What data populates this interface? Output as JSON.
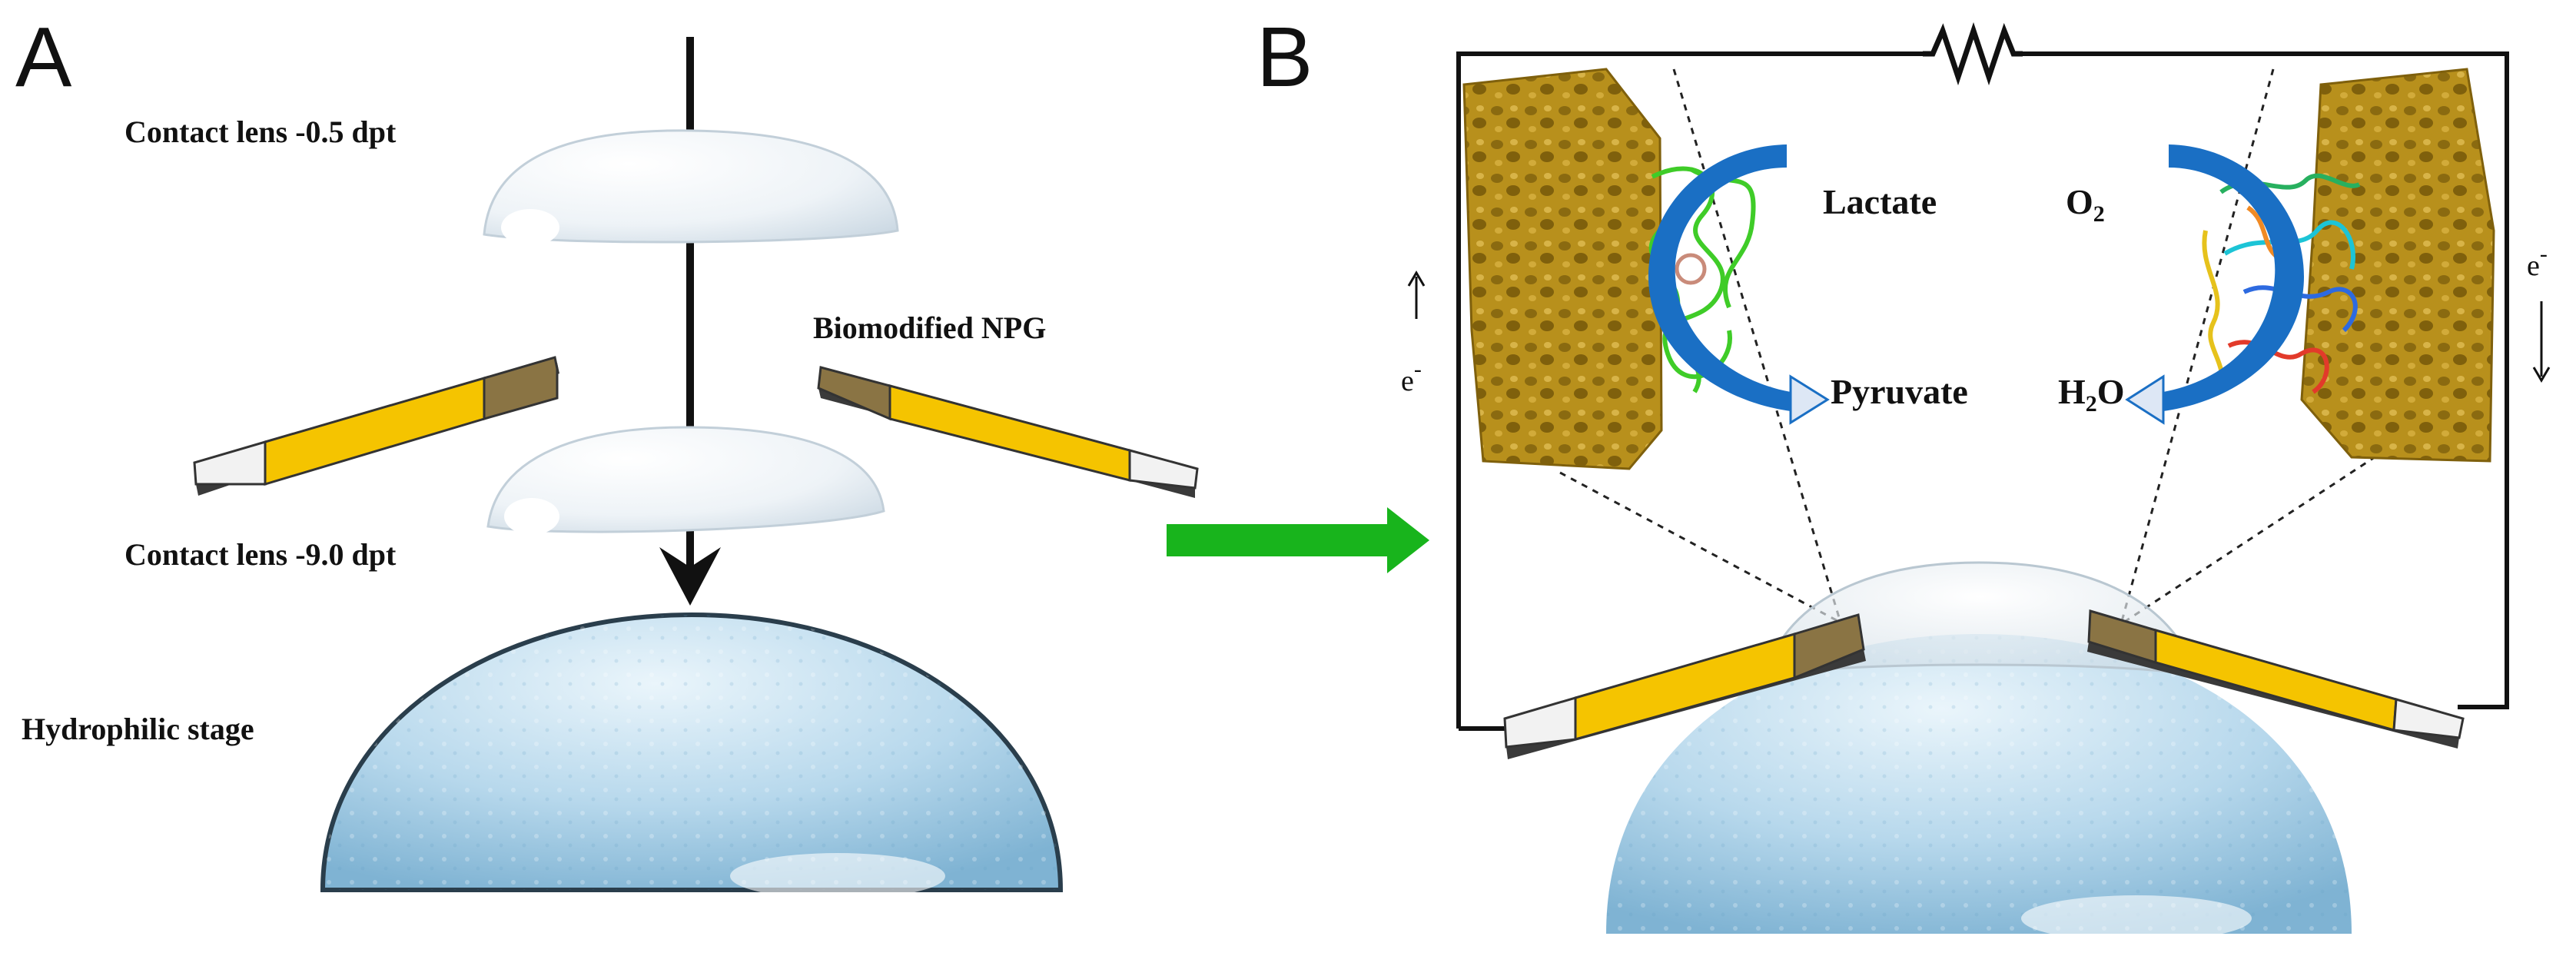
{
  "panels": {
    "a": {
      "letter": "A",
      "labels": {
        "lens_top": "Contact lens -0.5 dpt",
        "lens_bottom": "Contact lens -9.0 dpt",
        "npg": "Biomodified NPG",
        "stage": "Hydrophilic stage"
      }
    },
    "b": {
      "letter": "B",
      "anode": {
        "reactant": "Lactate",
        "product": "Pyruvate"
      },
      "cathode": {
        "reactant_main": "O",
        "reactant_sub": "2",
        "product_main": "H",
        "product_sub": "2",
        "product_tail": "O"
      },
      "electron_left": {
        "main": "e",
        "sup": "-"
      },
      "electron_right": {
        "main": "e",
        "sup": "-"
      }
    }
  },
  "colors": {
    "gold_electrode": "#f5c400",
    "electrode_tip": "#8a7444",
    "electrode_base": "#f0f0f0",
    "nanoporous_gold": "#b8901c",
    "reaction_arrow": "#1a6fc4",
    "transfer_arrow": "#18b41c",
    "dome_blue": "#a9cfe6"
  },
  "icons": [
    "downward-arrow-icon",
    "green-right-arrow-icon",
    "resistor-icon",
    "curved-reaction-arrow-icon",
    "protein-enzyme-icon",
    "nanoporous-gold-icon"
  ]
}
